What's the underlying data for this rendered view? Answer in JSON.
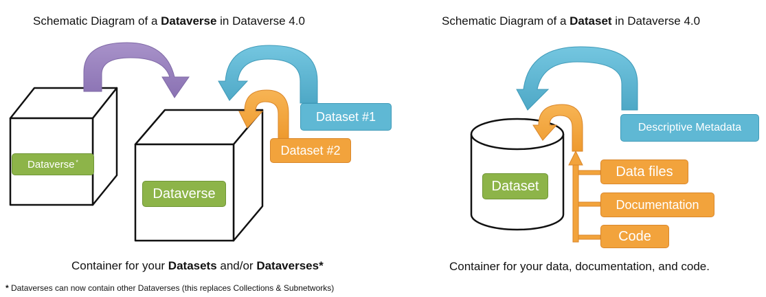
{
  "left": {
    "title_prefix": "Schematic Diagram of a ",
    "title_bold": "Dataverse",
    "title_suffix": " in Dataverse 4.0",
    "small_box_label": "Dataverse",
    "small_box_marker": "*",
    "big_box_label": "Dataverse",
    "dataset1_label": "Dataset #1",
    "dataset2_label": "Dataset #2",
    "caption_prefix": "Container for your ",
    "caption_bold1": "Datasets",
    "caption_mid": " and/or ",
    "caption_bold2": "Dataverses*",
    "footnote_star": "* ",
    "footnote_text": "Dataverses can now contain other Dataverses (this replaces Collections & Subnetworks)"
  },
  "right": {
    "title_prefix": "Schematic Diagram of a ",
    "title_bold": "Dataset",
    "title_suffix": " in Dataverse 4.0",
    "cylinder_label": "Dataset",
    "metadata_label": "Descriptive Metadata",
    "datafiles_label": "Data files",
    "documentation_label": "Documentation",
    "code_label": "Code",
    "caption": "Container for your data, documentation, and code."
  },
  "colors": {
    "green": "#8db449",
    "orange": "#f2a33c",
    "blue": "#5fb8d4",
    "purple": "#9b84bf"
  }
}
